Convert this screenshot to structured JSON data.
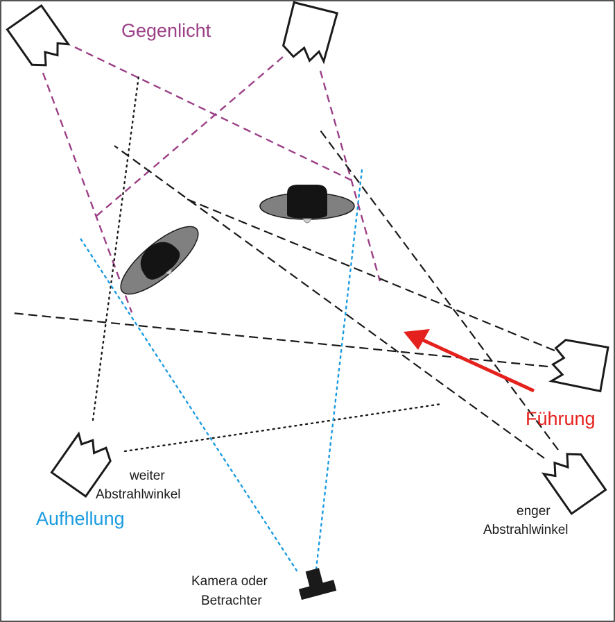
{
  "labels": {
    "backlight": "Gegenlicht",
    "key": "Führung",
    "fill": "Aufhellung",
    "wide_angle_line1": "weiter",
    "wide_angle_line2": "Abstrahlwinkel",
    "narrow_angle_line1": "enger",
    "narrow_angle_line2": "Abstrahlwinkel",
    "camera_line1": "Kamera oder",
    "camera_line2": "Betrachter"
  },
  "colors": {
    "backlight": "#9b3f86",
    "key": "#e5211d",
    "fill": "#1a9be0",
    "neutral": "#1a1a1a",
    "hat_brim": "#808080",
    "hat_crown": "#141414"
  },
  "icons": {
    "lamp": "spotlight-icon",
    "camera": "camera-icon",
    "subject": "person-with-hat-icon",
    "arrow": "arrow-icon"
  }
}
